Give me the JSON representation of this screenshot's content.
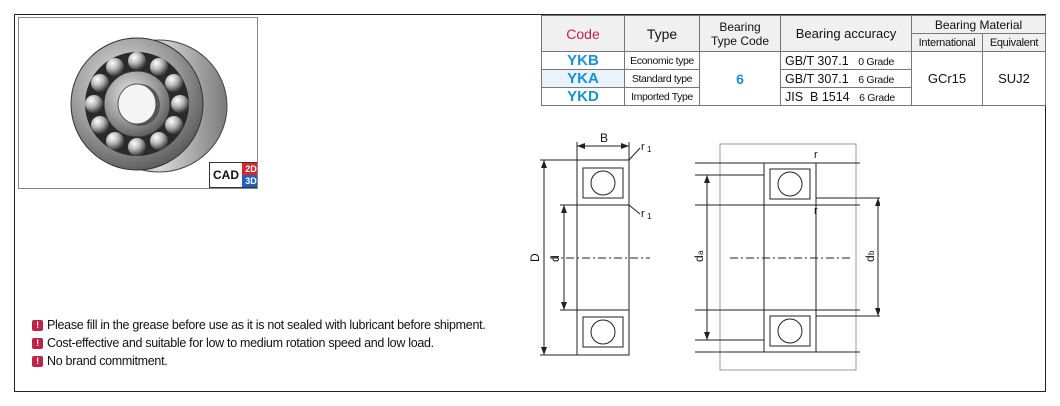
{
  "cad_badge": {
    "label": "CAD",
    "dims_2d": "2D",
    "dims_3d": "3D"
  },
  "spec_table": {
    "headers": {
      "code": "Code",
      "type": "Type",
      "bearing_type_code_line1": "Bearing",
      "bearing_type_code_line2": "Type Code",
      "bearing_accuracy": "Bearing accuracy",
      "bearing_material": "Bearing Material",
      "international": "International",
      "equivalent": "Equivalent"
    },
    "rows": [
      {
        "code": "YKB",
        "type": "Economic type",
        "accuracy_std": "GB/T 307.1",
        "accuracy_grade": "0 Grade"
      },
      {
        "code": "YKA",
        "type": "Standard type",
        "accuracy_std": "GB/T 307.1",
        "accuracy_grade": "6 Grade"
      },
      {
        "code": "YKD",
        "type": "Imported Type",
        "accuracy_std": "JIS  B 1514",
        "accuracy_grade": "6 Grade"
      }
    ],
    "bearing_type_code": "6",
    "material_international": "GCr15",
    "material_equivalent": "SUJ2"
  },
  "drawing_labels": {
    "B": "B",
    "r1_top": "r",
    "r1_top_sub": "1",
    "r1_inner": "r",
    "r1_inner_sub": "1",
    "D": "D",
    "d": "d",
    "r_top": "r",
    "r_mid": "r",
    "da": "d",
    "da_sub": "a",
    "db": "d",
    "db_sub": "b"
  },
  "notes": [
    "Please fill in the grease before use as it is not sealed with lubricant before shipment.",
    "Cost-effective and suitable for low to medium rotation speed and low load.",
    "No brand commitment."
  ],
  "note_icon": "warning-icon"
}
